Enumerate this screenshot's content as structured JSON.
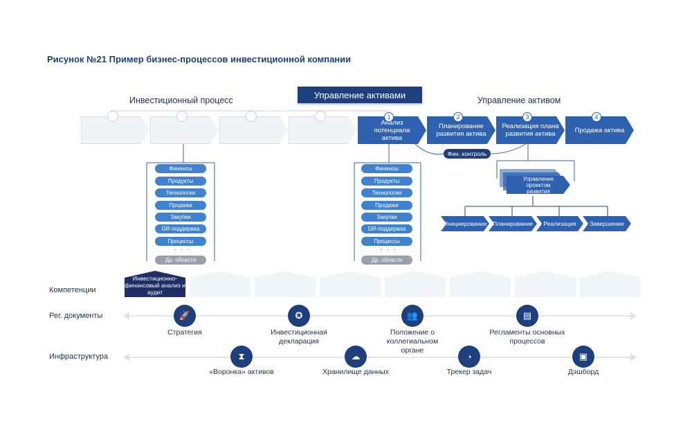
{
  "title": "Рисунок №21 Пример бизнес-процессов инвестиционной компании",
  "headers": {
    "left": "Инвестиционный процесс",
    "center": "Управление активами",
    "right": "Управление активом"
  },
  "steps": [
    {
      "num": "1",
      "label": "Анализ потенциала актива"
    },
    {
      "num": "2",
      "label": "Планирование развития актива"
    },
    {
      "num": "3",
      "label": "Реализация плана развития актива"
    },
    {
      "num": "4",
      "label": "Продажа актива"
    }
  ],
  "fin_control": "Фин. контроль",
  "areas": [
    "Финансы",
    "Продукты",
    "Технологии",
    "Продажи",
    "Закупки",
    "GR-поддержка",
    "Процессы"
  ],
  "areas_dots": ". . .",
  "areas_other": "Др. области",
  "project": "Управление проектом развития",
  "phases": [
    "Инициирование",
    "Планирование",
    "Реализация",
    "Завершение"
  ],
  "rows": {
    "competencies": "Компетенции",
    "reg_docs": "Рег. документы",
    "infra": "Инфраструктура"
  },
  "competency_first": "Инвестиционно-финансовый анализ и аудит",
  "reg_docs": [
    {
      "icon": "rocket-icon",
      "label": "Стратегия"
    },
    {
      "icon": "certificate-icon",
      "label": "Инвестиционная декларация"
    },
    {
      "icon": "people-icon",
      "label": "Положение о коллегиальном органе"
    },
    {
      "icon": "document-icon",
      "label": "Регламенты основных процессов"
    }
  ],
  "infra": [
    {
      "icon": "hourglass-icon",
      "label": "«Воронка» активов"
    },
    {
      "icon": "cloud-icon",
      "label": "Хранилище данных"
    },
    {
      "icon": "gauge-icon",
      "label": "Трекер задач"
    },
    {
      "icon": "dashboard-icon",
      "label": "Дэшборд"
    }
  ],
  "colors": {
    "dark": "#1d3f7d",
    "blue": "#2e62b0",
    "pill": "#3f82cf",
    "gray": "#9aa0a8"
  }
}
